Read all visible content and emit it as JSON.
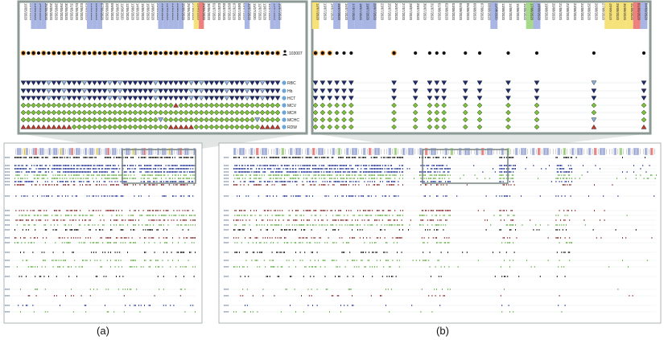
{
  "panels": [
    {
      "caption": "(a)",
      "zoom": {
        "dates": [
          "16/05/2020",
          "22/05/2020",
          "23/05/2020",
          "24/05/2020",
          "25/05/2020",
          "26/05/2020",
          "28/05/2020",
          "29/05/2020",
          "30/05/2020",
          "31/05/2020",
          "01/06/2020",
          "02/06/2020",
          "03/06/2020",
          "05/06/2020",
          "06/06/2020",
          "07/06/2020",
          "08/06/2020",
          "09/06/2020",
          "10/06/2020",
          "11/06/2020",
          "12/06/2020",
          "13/06/2020",
          "14/06/2020",
          "15/06/2020",
          "16/06/2020",
          "19/06/2020",
          "20/06/2020",
          "21/06/2020",
          "22/06/2020",
          "23/06/2020",
          "24/06/2020",
          "25/06/2020",
          "26/06/2020",
          "27/06/2020",
          "28/06/2020",
          "29/06/2020",
          "30/06/2020",
          "01/07/2020",
          "03/07/2020",
          "05/07/2020",
          "06/07/2020",
          "07/07/2020",
          "08/07/2020",
          "09/07/2020",
          "10/07/2020",
          "11/07/2020",
          "12/07/2020",
          "13/07/2020",
          "14/07/2020",
          "15/07/2020",
          "16/07/2020"
        ],
        "highlight": [
          0,
          0,
          1,
          1,
          1,
          0,
          0,
          0,
          0,
          0,
          0,
          0,
          0,
          1,
          1,
          1,
          0,
          0,
          0,
          0,
          0,
          0,
          0,
          0,
          0,
          0,
          0,
          1,
          1,
          1,
          1,
          1,
          0,
          0,
          2,
          3,
          0,
          0,
          0,
          0,
          0,
          0,
          0,
          0,
          1,
          0,
          0,
          0,
          0,
          1,
          1
        ],
        "patient_id": "103007",
        "rows": [
          "RBC",
          "Hb",
          "HCT",
          "MCV",
          "MCH",
          "MCHC",
          "RDW"
        ]
      }
    },
    {
      "caption": "(b)",
      "zoom": {
        "dates": [
          "12/07/2020",
          "13/07/2020",
          "14/07/2020",
          "15/07/2020",
          "16/07/2020",
          "17/07/2020",
          "18/07/2020",
          "19/07/2020",
          "20/07/2020",
          "23/07/2020",
          "25/07/2020",
          "26/07/2020",
          "27/07/2020",
          "28/07/2020",
          "29/07/2020",
          "30/07/2020",
          "31/07/2020",
          "01/08/2020",
          "02/08/2020",
          "03/08/2020",
          "04/08/2020",
          "05/08/2020",
          "06/08/2020",
          "07/08/2020",
          "08/08/2020",
          "11/08/2020",
          "13/08/2020",
          "14/08/2020",
          "15/08/2020",
          "16/08/2020",
          "17/08/2020",
          "18/08/2020",
          "19/08/2020",
          "20/08/2020",
          "21/08/2020",
          "22/08/2020",
          "23/08/2020",
          "24/08/2020",
          "25/08/2020",
          "26/08/2020",
          "27/08/2020",
          "28/08/2020",
          "29/08/2020",
          "30/08/2020",
          "31/08/2020",
          "01/09/2020",
          "04/09/2020"
        ],
        "highlight": [
          2,
          0,
          0,
          1,
          0,
          1,
          1,
          1,
          1,
          0,
          0,
          0,
          0,
          0,
          0,
          0,
          0,
          0,
          0,
          0,
          0,
          0,
          0,
          0,
          0,
          1,
          0,
          0,
          0,
          0,
          4,
          1,
          0,
          0,
          0,
          0,
          0,
          0,
          0,
          0,
          0,
          2,
          2,
          2,
          2,
          3,
          1
        ],
        "rows": []
      }
    }
  ],
  "colors": {
    "frame": "#8c9a96",
    "highlight_blue": "#a9b5e3",
    "highlight_yellow": "#f6e27a",
    "highlight_red": "#ef8080",
    "highlight_green": "#a7d98a",
    "dot_fill": "#111111",
    "dot_ring": "#f2a340",
    "tri_down": "#1f2b6e",
    "tri_up": "#c0392b",
    "tri_light": "#8ab0d8",
    "diamond": "#7bbf3a",
    "legend_icon": "#6aa7d8"
  },
  "legend_icons": {
    "patient": "person-icon",
    "row": "circle-icon"
  }
}
